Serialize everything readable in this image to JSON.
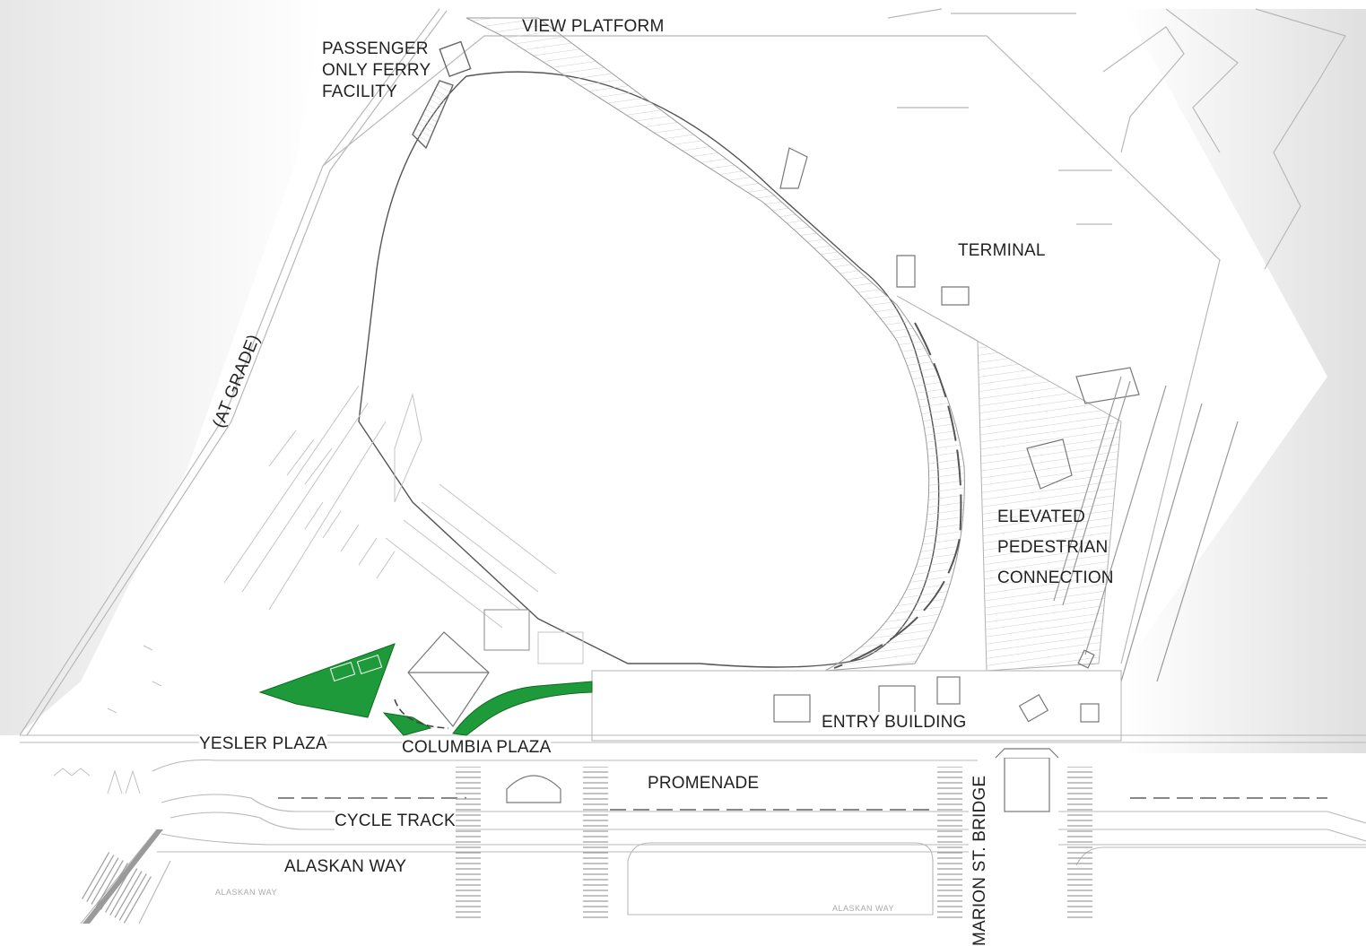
{
  "map": {
    "labels": {
      "view_platform": "VIEW PLATFORM",
      "passenger_ferry": [
        "PASSENGER",
        "ONLY FERRY",
        "FACILITY"
      ],
      "terminal": "TERMINAL",
      "at_grade": "(AT GRADE)",
      "elevated_connection": [
        "ELEVATED",
        "PEDESTRIAN",
        "CONNECTION"
      ],
      "entry_building": "ENTRY BUILDING",
      "yesler_plaza": "YESLER PLAZA",
      "columbia_plaza": "COLUMBIA PLAZA",
      "promenade": "PROMENADE",
      "cycle_track": "CYCLE TRACK",
      "alaskan_way": "ALASKAN WAY",
      "marion_bridge": "MARION ST. BRIDGE"
    },
    "street_markings": [
      "ALASKAN WAY",
      "ALASKAN WAY"
    ],
    "colors": {
      "green_space": "#1f9a3a",
      "linework": "#b8b8b8",
      "dark_linework": "#555555",
      "shadow": "#e6e6e6"
    }
  }
}
